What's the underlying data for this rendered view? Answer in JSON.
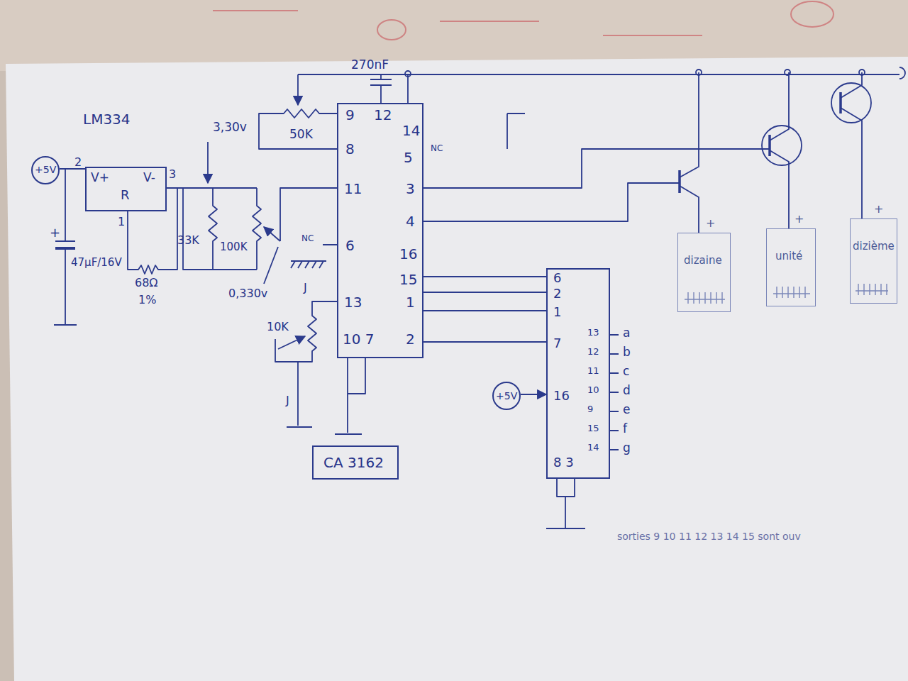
{
  "diagram": {
    "nodes": [
      {
        "text": [
          "+5V"
        ]
      },
      {
        "text": [
          "LM334",
          "V+",
          "R",
          "V-"
        ]
      },
      {
        "text": [
          "9",
          "12",
          "14",
          "8",
          "5",
          "11",
          "3",
          "4",
          "6",
          "16",
          "15",
          "13",
          "1",
          "10 7",
          "2"
        ]
      },
      {
        "text": [
          "CA 3162"
        ]
      },
      {
        "text": [
          "6",
          "2",
          "1",
          "7",
          "16",
          "8 3"
        ]
      },
      {
        "text": [
          "+5V"
        ]
      },
      {
        "text": [
          "dizaine"
        ]
      },
      {
        "text": [
          "unité"
        ]
      },
      {
        "text": [
          "dizième"
        ]
      }
    ],
    "edges": [
      {
        "from": 0,
        "to": 1,
        "arrow": "none"
      },
      {
        "from": 2,
        "to": 4,
        "arrow": "none"
      },
      {
        "from": 2,
        "to": 4,
        "arrow": "none"
      },
      {
        "from": 2,
        "to": 4,
        "arrow": "none"
      },
      {
        "from": 2,
        "to": 4,
        "arrow": "none"
      },
      {
        "from": 5,
        "to": 4,
        "arrow": "to"
      }
    ],
    "labels": [
      "3,30v",
      "270nF",
      "50K",
      "NC",
      "33K",
      "100K",
      "NC",
      "0,330v",
      "J",
      "10K",
      "J",
      "47µF/16V",
      "+",
      "68Ω",
      "1%",
      "2",
      "3",
      "1",
      "13",
      "a",
      "12",
      "b",
      "11",
      "c",
      "10",
      "d",
      "9",
      "e",
      "15",
      "f",
      "14",
      "g",
      "+",
      "+",
      "+",
      "sorties 9 10 11 12 13 14 15 sont ouv"
    ]
  }
}
